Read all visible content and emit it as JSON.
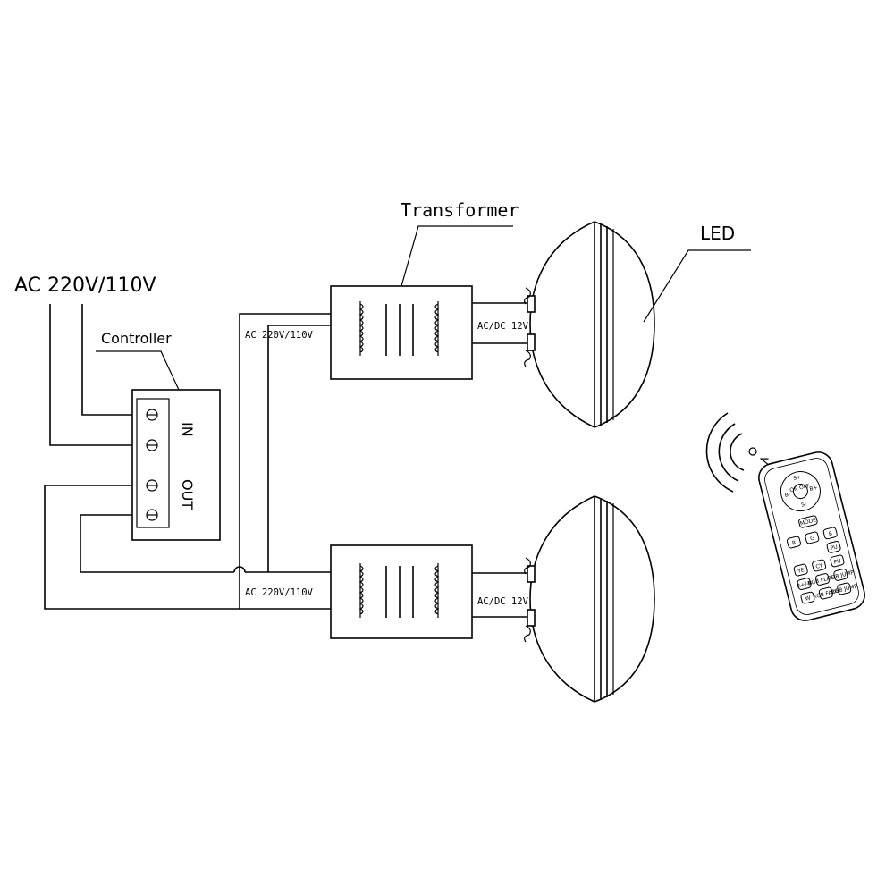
{
  "labels": {
    "ac_input": "AC 220V/110V",
    "controller": "Controller",
    "controller_in": "IN",
    "controller_out": "OUT",
    "transformer": "Transformer",
    "led": "LED",
    "primary_top": "AC 220V/110V",
    "primary_bottom": "AC 220V/110V",
    "secondary_top": "AC/DC 12V",
    "secondary_bottom": "AC/DC 12V"
  },
  "remote": {
    "dpad": [
      "S+",
      "B-",
      "B+",
      "S-"
    ],
    "dpad_center": "ON OFF",
    "mode": "MODE",
    "rows": [
      [
        "R",
        "G",
        "B"
      ],
      [
        "PU"
      ],
      [
        "YE",
        "CY",
        "PU"
      ],
      [
        "R+/-B",
        "RGB FLASH",
        "RGB JUMP"
      ],
      [
        "W",
        "RGB FADE",
        "RGB JUMP"
      ]
    ]
  },
  "icons": [
    "wireless-signal-icon",
    "remote-control-icon",
    "led-lamp-icon",
    "transformer-coil-icon"
  ]
}
